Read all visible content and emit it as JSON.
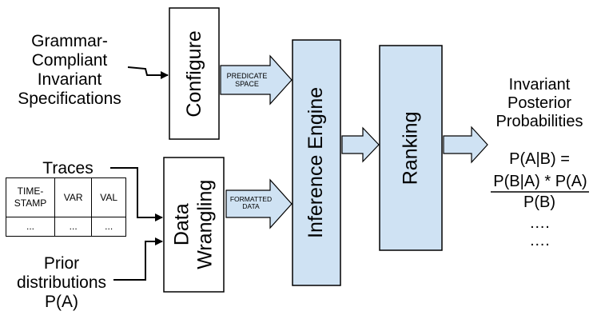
{
  "inputs": {
    "grammar": [
      "Grammar-",
      "Compliant",
      "Invariant",
      "Specifications"
    ],
    "traces": "Traces",
    "prior": [
      "Prior",
      "distributions",
      "P(A)"
    ]
  },
  "table": {
    "headers": [
      "TIME-\nSTAMP",
      "VAR",
      "VAL"
    ],
    "row": [
      "...",
      "...",
      "..."
    ]
  },
  "boxes": {
    "configure": "Configure",
    "data_wrangling": [
      "Data",
      "Wrangling"
    ],
    "inference_engine": "Inference Engine",
    "ranking": "Ranking"
  },
  "arrows": {
    "predicate_space": [
      "PREDICATE",
      "SPACE"
    ],
    "formatted_data": [
      "FORMATTED",
      "DATA"
    ]
  },
  "output": {
    "title": [
      "Invariant",
      "Posterior",
      "Probabilities"
    ],
    "formula_lhs": "P(A|B) =",
    "numerator": "P(B|A) * P(A)",
    "denominator": "P(B)",
    "dots1": "….",
    "dots2": "…."
  },
  "colors": {
    "accent_fill": "#cfe2f3",
    "stroke": "#000000"
  }
}
